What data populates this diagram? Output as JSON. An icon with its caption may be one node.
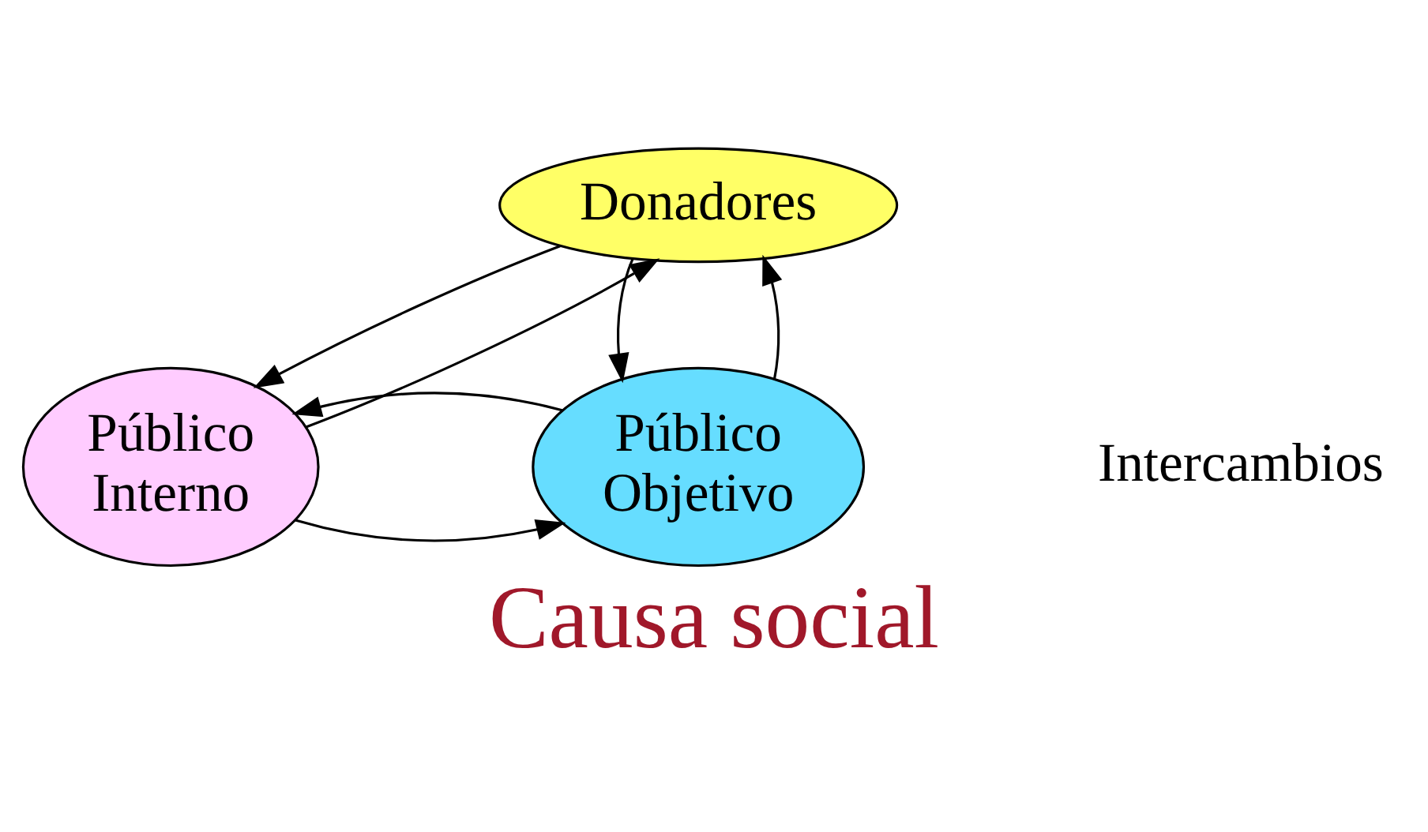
{
  "diagram": {
    "caption": "Causa social",
    "nodes": [
      {
        "text": [
          "Donadores"
        ]
      },
      {
        "text": [
          "Público Interno"
        ]
      },
      {
        "text": [
          "Público Objetivo"
        ]
      }
    ],
    "edges": [
      {
        "from": 1,
        "to": 0,
        "arrow": "to"
      },
      {
        "from": 0,
        "to": 1,
        "arrow": "to"
      },
      {
        "from": 0,
        "to": 2,
        "arrow": "to"
      },
      {
        "from": 2,
        "to": 0,
        "arrow": "to"
      },
      {
        "from": 1,
        "to": 2,
        "arrow": "to"
      },
      {
        "from": 2,
        "to": 1,
        "arrow": "to"
      }
    ],
    "labels": [
      "Intercambios"
    ]
  }
}
